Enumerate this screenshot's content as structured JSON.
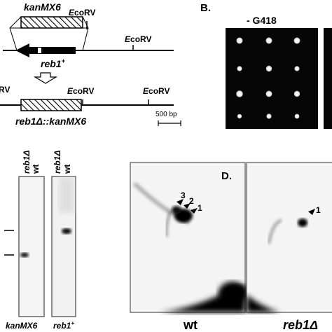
{
  "panel_a": {
    "marker_cassette": "kanMX6",
    "site_top": {
      "italic_part": "E",
      "rest": "coRV"
    },
    "site_right": {
      "italic_part": "E",
      "rest": "coRV"
    },
    "gene": "reb1",
    "gene_sup": "+",
    "site_left_cut": "RV",
    "site_mid": {
      "italic_part": "E",
      "rest": "coRV"
    },
    "site_right2": {
      "italic_part": "E",
      "rest": "coRV"
    },
    "deletion_allele": "reb1Δ::kanMX6",
    "scale_bar": "500 bp"
  },
  "panel_b": {
    "letter": "B.",
    "condition": "- G418"
  },
  "panel_c": {
    "blot1_lanes": [
      "reb1Δ",
      "wt"
    ],
    "blot2_lanes": [
      "reb1Δ",
      "wt"
    ],
    "blot1_probe": "kanMX6",
    "blot2_probe": "reb1",
    "blot2_probe_sup": "+"
  },
  "panel_d": {
    "letter": "D.",
    "wt_arrows": [
      "3",
      "2",
      "1"
    ],
    "mutant_arrows": [
      "1"
    ],
    "label_wt": "wt",
    "label_mutant": "reb1Δ"
  }
}
